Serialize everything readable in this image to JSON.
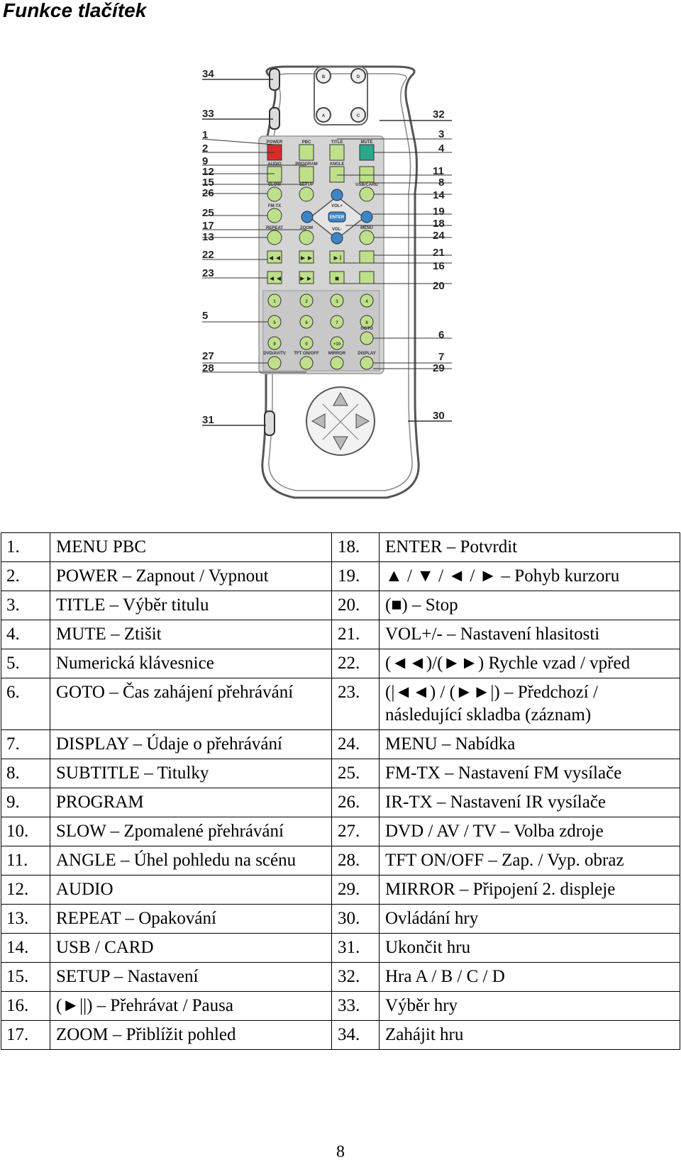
{
  "heading": "Funkce tlačítek",
  "figure": {
    "callouts_left": [
      "34",
      "33",
      "1",
      "2",
      "9",
      "12",
      "15",
      "26",
      "25",
      "17",
      "13",
      "22",
      "23",
      "5",
      "27",
      "28",
      "31"
    ],
    "callouts_right": [
      "32",
      "3",
      "4",
      "11",
      "8",
      "14",
      "19",
      "18",
      "24",
      "21",
      "16",
      "20",
      "6",
      "7",
      "29",
      "30"
    ],
    "keys": {
      "power": "POWER",
      "pbc": "PBC",
      "title": "TITLE",
      "mute": "MUTE",
      "audio": "AUDIO",
      "program": "PROGRAM",
      "angle": "ANGLE",
      "slow": "SLOW",
      "setup": "SETUP",
      "usbcard": "USB/CARD",
      "fmtx": "FM-TX",
      "enter": "ENTER",
      "repeat": "REPEAT",
      "zoom": "ZOOM",
      "menu": "MENU",
      "vol_minus": "VOL-",
      "vol_plus": "VOL+",
      "goto": "GOTO",
      "dvd": "DVD/AV/TV",
      "tft": "TFT ON/OFF",
      "mirror": "MIRROR",
      "display": "DISPLAY",
      "game_a": "A",
      "game_b": "B",
      "game_c": "C",
      "game_d": "D",
      "digits": [
        "1",
        "2",
        "3",
        "4",
        "5",
        "6",
        "7",
        "8",
        "9",
        "0",
        "+10"
      ]
    },
    "colors": {
      "power": "#d92b2b",
      "mute": "#2aa88a",
      "key": "#bfe08a",
      "nav": "#3d86c6",
      "body": "#ffffff",
      "panel": "#cfcfcf"
    }
  },
  "table": [
    {
      "n1": "1.",
      "t1": "MENU PBC",
      "n2": "18.",
      "t2": "ENTER – Potvrdit"
    },
    {
      "n1": "2.",
      "t1": "POWER – Zapnout / Vypnout",
      "n2": "19.",
      "t2": "▲ / ▼ / ◄ / ► – Pohyb kurzoru"
    },
    {
      "n1": "3.",
      "t1": "TITLE – Výběr titulu",
      "n2": "20.",
      "t2": "(■) – Stop"
    },
    {
      "n1": "4.",
      "t1": "MUTE – Ztišit",
      "n2": "21.",
      "t2": "VOL+/- – Nastavení hlasitosti"
    },
    {
      "n1": "5.",
      "t1": "Numerická klávesnice",
      "n2": "22.",
      "t2": "(◄◄)/(►►) Rychle vzad / vpřed"
    },
    {
      "n1": "6.",
      "t1": "GOTO – Čas zahájení přehrávání",
      "n2": "23.",
      "t2": "(|◄◄) / (►►|) – Předchozí / následující skladba (záznam)"
    },
    {
      "n1": "7.",
      "t1": "DISPLAY – Údaje o přehrávání",
      "n2": "24.",
      "t2": "MENU – Nabídka"
    },
    {
      "n1": "8.",
      "t1": "SUBTITLE – Titulky",
      "n2": "25.",
      "t2": "FM-TX – Nastavení FM vysílače"
    },
    {
      "n1": "9.",
      "t1": "PROGRAM",
      "n2": "26.",
      "t2": "IR-TX – Nastavení IR vysílače"
    },
    {
      "n1": "10.",
      "t1": "SLOW – Zpomalené přehrávání",
      "n2": "27.",
      "t2": "DVD / AV / TV – Volba zdroje"
    },
    {
      "n1": "11.",
      "t1": "ANGLE – Úhel pohledu na scénu",
      "n2": "28.",
      "t2": "TFT ON/OFF – Zap. / Vyp. obraz"
    },
    {
      "n1": "12.",
      "t1": "AUDIO",
      "n2": "29.",
      "t2": "MIRROR – Připojení 2. displeje"
    },
    {
      "n1": "13.",
      "t1": "REPEAT – Opakování",
      "n2": "30.",
      "t2": "Ovládání hry"
    },
    {
      "n1": "14.",
      "t1": "USB / CARD",
      "n2": "31.",
      "t2": "Ukončit hru"
    },
    {
      "n1": "15.",
      "t1": "SETUP – Nastavení",
      "n2": "32.",
      "t2": "Hra A / B / C / D"
    },
    {
      "n1": "16.",
      "t1": "(►||) – Přehrávat / Pausa",
      "n2": "33.",
      "t2": "Výběr hry"
    },
    {
      "n1": "17.",
      "t1": "ZOOM – Přiblížit pohled",
      "n2": "34.",
      "t2": "Zahájit hru"
    }
  ],
  "page_number": "8"
}
